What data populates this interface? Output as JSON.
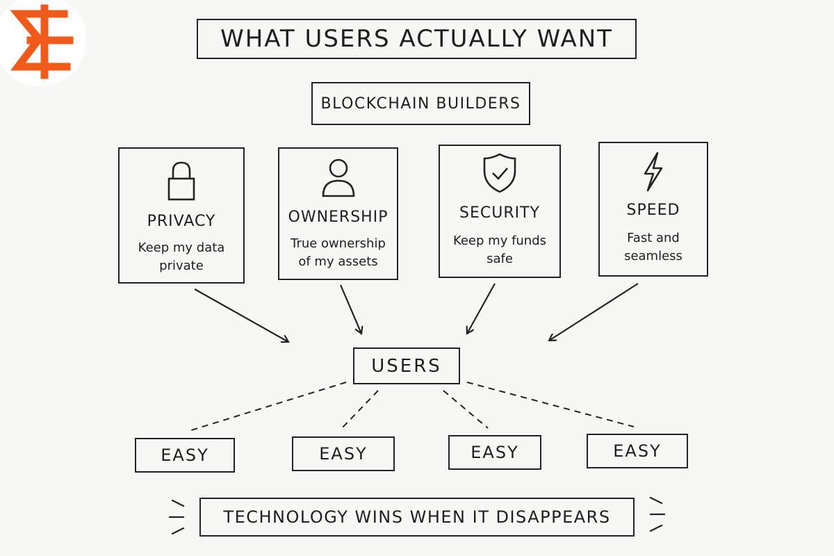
{
  "header": {
    "title": "WHAT USERS ACTUALLY WANT",
    "subtitle": "BLOCKCHAIN BUILDERS"
  },
  "cards": [
    {
      "title": "PRIVACY",
      "line1": "Keep my data",
      "line2": "private",
      "icon": "lock-icon"
    },
    {
      "title": "OWNERSHIP",
      "line1": "True ownership",
      "line2": "of my assets",
      "icon": "user-icon"
    },
    {
      "title": "SECURITY",
      "line1": "Keep my funds",
      "line2": "safe",
      "icon": "shield-check-icon"
    },
    {
      "title": "SPEED",
      "line1": "Fast and",
      "line2": "seamless",
      "icon": "lightning-icon"
    }
  ],
  "center": {
    "label": "USERS"
  },
  "easy": [
    "EASY",
    "EASY",
    "EASY",
    "EASY"
  ],
  "footer": {
    "text": "TECHNOLOGY WINS WHEN IT DISAPPEARS"
  },
  "logo": {
    "icon": "sigma-plus-logo-icon",
    "color": "#f05a1a"
  }
}
